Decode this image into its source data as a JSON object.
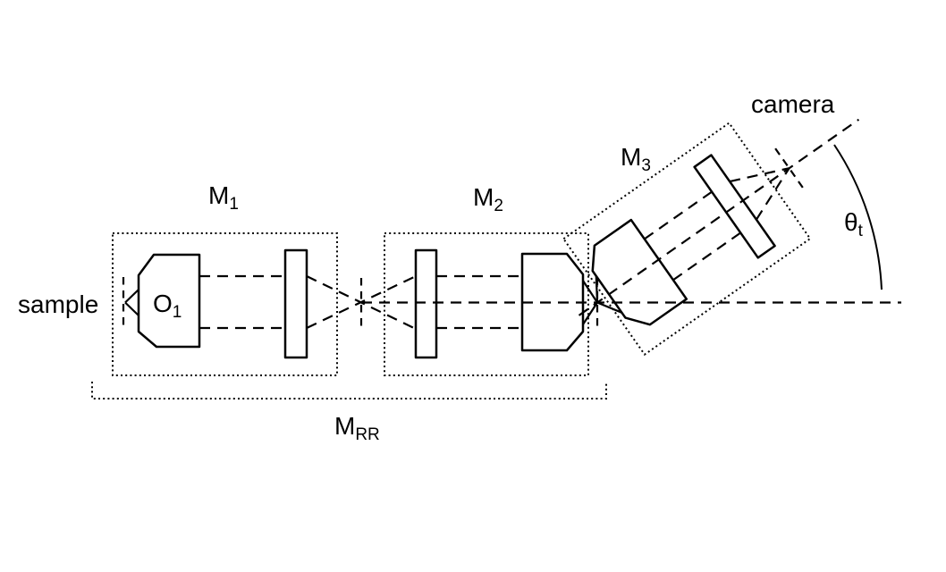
{
  "labels": {
    "sample": "sample",
    "camera": "camera",
    "m1": {
      "main": "M",
      "sub": "1"
    },
    "m2": {
      "main": "M",
      "sub": "2"
    },
    "m3": {
      "main": "M",
      "sub": "3"
    },
    "mrr": {
      "main": "M",
      "sub": "RR"
    },
    "o1": {
      "main": "O",
      "sub": "1"
    },
    "theta_t": {
      "main": "θ",
      "sub": "t"
    }
  },
  "colors": {
    "line": "#000000",
    "background": "#ffffff"
  }
}
